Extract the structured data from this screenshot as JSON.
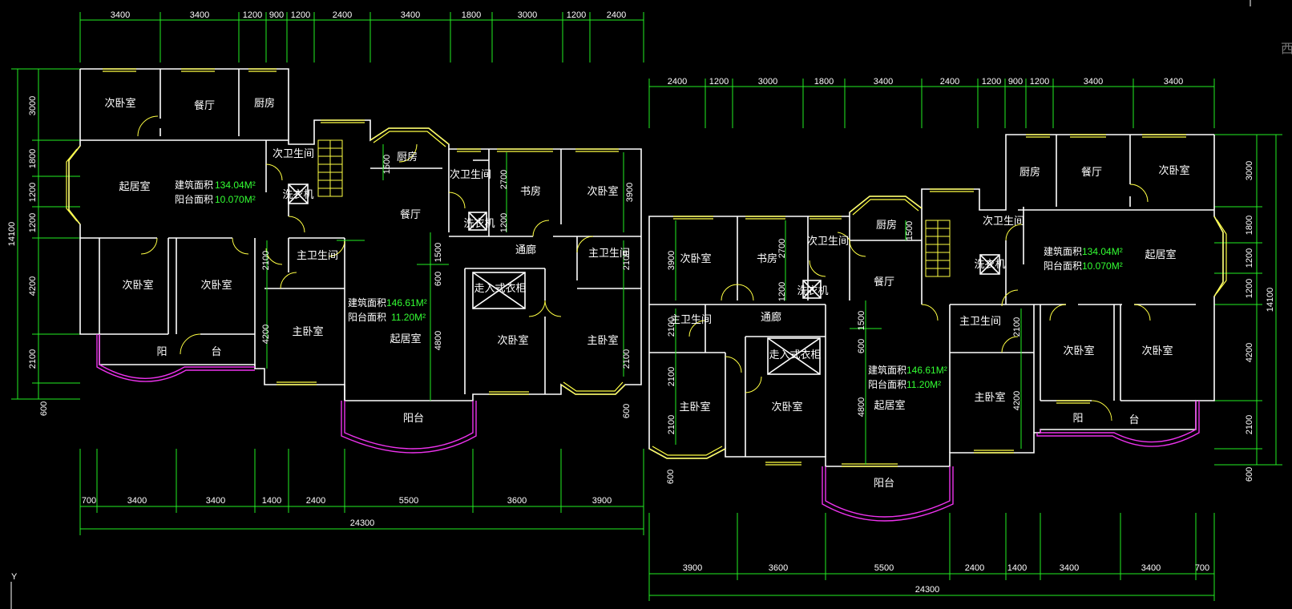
{
  "colors": {
    "background": "#000000",
    "walls": "#ffffff",
    "dimensions": "#22ee22",
    "windows": "#ffff44",
    "balcony": "#ee33ee"
  },
  "left_unit": {
    "top_dims": [
      "3400",
      "3400",
      "1200",
      "900",
      "1200",
      "2400",
      "3400",
      "1800",
      "3000",
      "1200",
      "2400"
    ],
    "left_dims": [
      "3000",
      "1800",
      "1200",
      "1200",
      "4200",
      "2100",
      "600"
    ],
    "left_total": "14100",
    "bottom_dims": [
      "700",
      "3400",
      "3400",
      "1400",
      "2400",
      "5500",
      "3600",
      "3900"
    ],
    "bottom_total": "24300",
    "inner_dims": [
      "1500",
      "2700",
      "1200",
      "3900",
      "1500",
      "600",
      "2100",
      "4200",
      "4800",
      "2100",
      "2100",
      "600"
    ],
    "rooms": {
      "r1": "次卧室",
      "r2": "餐厅",
      "r3": "厨房",
      "r4": "起居室",
      "r5": "次卫生间",
      "r6": "洗衣机",
      "r7": "次卧室",
      "r8": "次卧室",
      "r9": "阳",
      "r10": "台",
      "r11": "主卫生间",
      "r12": "主卧室",
      "r13": "厨房",
      "r14": "餐厅",
      "r15": "次卫生间",
      "r16": "书房",
      "r17": "次卧室",
      "r18": "洗衣机",
      "r19": "通廊",
      "r20": "主卫生间",
      "r21": "走入式衣柜",
      "r22": "起居室",
      "r23": "次卧室",
      "r24": "主卧室",
      "r25": "阳台"
    },
    "area1_label1": "建筑面积",
    "area1_val1": "134.04M²",
    "area1_label2": "阳台面积",
    "area1_val2": "10.070M²",
    "area2_label1": "建筑面积",
    "area2_val1": "146.61M²",
    "area2_label2": "阳台面积",
    "area2_val2": "11.20M²"
  },
  "right_unit": {
    "top_dims": [
      "2400",
      "1200",
      "3000",
      "1800",
      "3400",
      "2400",
      "1200",
      "900",
      "1200",
      "3400",
      "3400"
    ],
    "right_dims": [
      "3000",
      "1800",
      "1200",
      "1200",
      "4200",
      "2100",
      "600"
    ],
    "right_total": "14100",
    "bottom_dims": [
      "3900",
      "3600",
      "5500",
      "2400",
      "1400",
      "3400",
      "3400",
      "700"
    ],
    "bottom_total": "24300",
    "inner_dims": [
      "3900",
      "2700",
      "1200",
      "1500",
      "2100",
      "2100",
      "2100",
      "1500",
      "600",
      "4800",
      "2100",
      "4200",
      "600"
    ],
    "rooms": {
      "r1": "厨房",
      "r2": "餐厅",
      "r3": "次卧室",
      "r4": "次卫生间",
      "r5": "起居室",
      "r6": "洗衣机",
      "r7": "次卧室",
      "r8": "次卧室",
      "r9": "阳",
      "r10": "台",
      "r11": "主卫生间",
      "r12": "主卧室",
      "r13": "厨房",
      "r14": "餐厅",
      "r15": "次卫生间",
      "r16": "书房",
      "r17": "次卧室",
      "r18": "洗衣机",
      "r19": "通廊",
      "r20": "主卫生间",
      "r21": "走入式衣柜",
      "r22": "起居室",
      "r23": "次卧室",
      "r24": "主卧室",
      "r25": "阳台"
    },
    "area1_label1": "建筑面积",
    "area1_val1": "134.04M²",
    "area1_label2": "阳台面积",
    "area1_val2": "10.070M²",
    "area2_label1": "建筑面积",
    "area2_val1": "146.61M²",
    "area2_label2": "阳台面积",
    "area2_val2": "11.20M²"
  },
  "ucs_label": "Y",
  "corner_glyph": "西"
}
